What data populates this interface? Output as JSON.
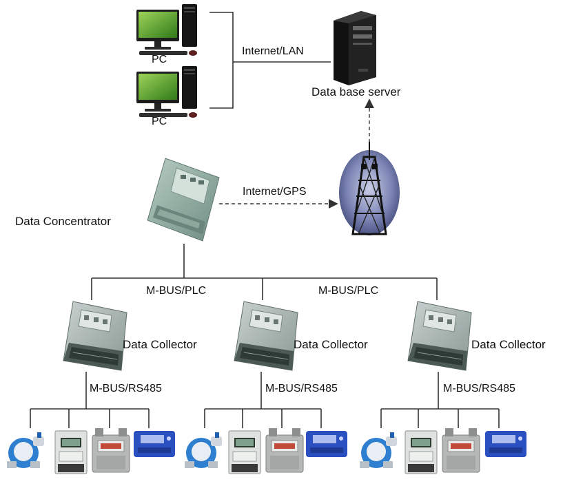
{
  "labels": {
    "pc_top": "PC",
    "pc_bottom": "PC",
    "internet_lan": "Internet/LAN",
    "db_server": "Data base server",
    "internet_gps": "Internet/GPS",
    "data_concentrator": "Data Concentrator",
    "mbus_plc_left": "M-BUS/PLC",
    "mbus_plc_right": "M-BUS/PLC",
    "collector_1": "Data Collector",
    "collector_2": "Data Collector",
    "collector_3": "Data Collector",
    "rs485_1": "M-BUS/RS485",
    "rs485_2": "M-BUS/RS485",
    "rs485_3": "M-BUS/RS485"
  },
  "icons": [
    "pc-icon",
    "server-icon",
    "gps-tower-icon",
    "data-concentrator-icon",
    "data-collector-icon",
    "water-meter-icon",
    "electric-meter-icon",
    "gas-meter-icon",
    "heat-meter-icon"
  ],
  "colors": {
    "line": "#333333",
    "monitor_screen": "#4a9a2a",
    "concentrator_body": "#9bb3a8",
    "water_meter": "#2f7fd0",
    "heat_meter": "#2a4fc0",
    "tower_sky": "#6e7aa8"
  }
}
